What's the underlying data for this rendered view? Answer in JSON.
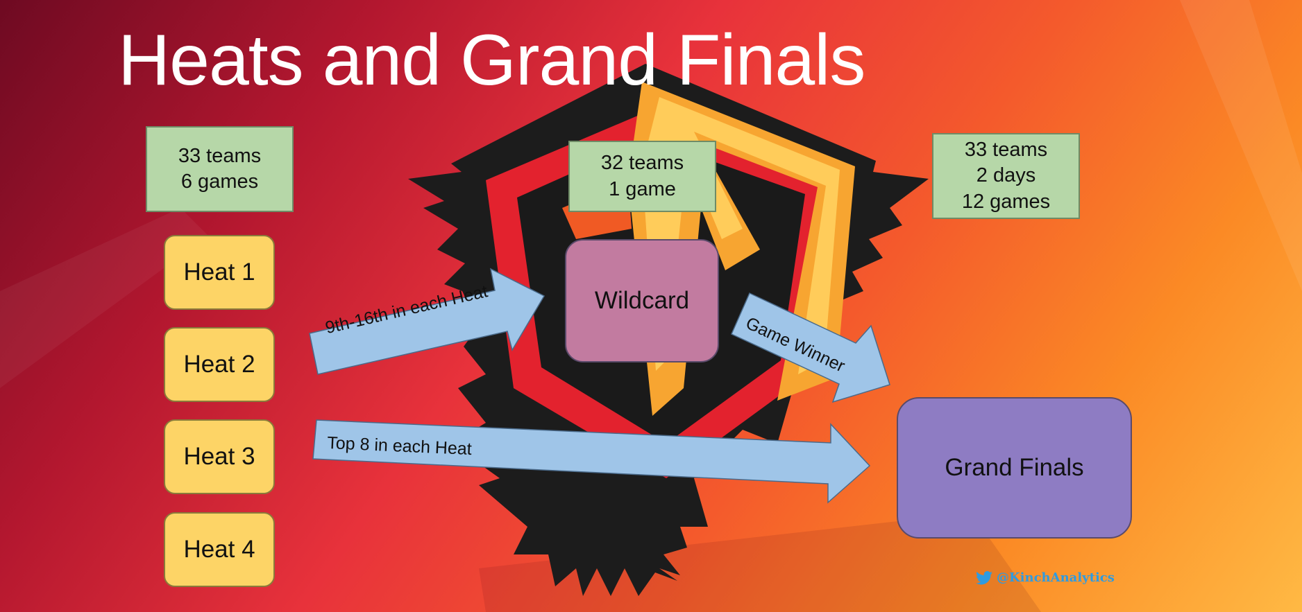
{
  "title": "Heats and Grand Finals",
  "heats_info": {
    "lines": [
      "33 teams",
      "6 games"
    ]
  },
  "wildcard_info": {
    "lines": [
      "32 teams",
      "1 game"
    ]
  },
  "finals_info": {
    "lines": [
      "33 teams",
      "2 days",
      "12 games"
    ]
  },
  "heats": [
    {
      "label": "Heat 1"
    },
    {
      "label": "Heat 2"
    },
    {
      "label": "Heat 3"
    },
    {
      "label": "Heat 4"
    }
  ],
  "wildcard": {
    "label": "Wildcard"
  },
  "grand_finals": {
    "label": "Grand Finals"
  },
  "arrows": {
    "to_wildcard": "9th-16th in each Heat",
    "to_finals_from_wildcard": "Game Winner",
    "to_finals_from_heats": "Top 8 in each Heat"
  },
  "credit": {
    "handle": "@KinchAnalytics",
    "icon": "twitter-bird-icon"
  },
  "colors": {
    "info_box": "#b6d7a8",
    "heat_box": "#fdd466",
    "wildcard_box": "#c27ba0",
    "finals_box": "#8e7cc3",
    "arrow_fill": "#9fc5e8",
    "credit_text": "#2f9be0"
  }
}
